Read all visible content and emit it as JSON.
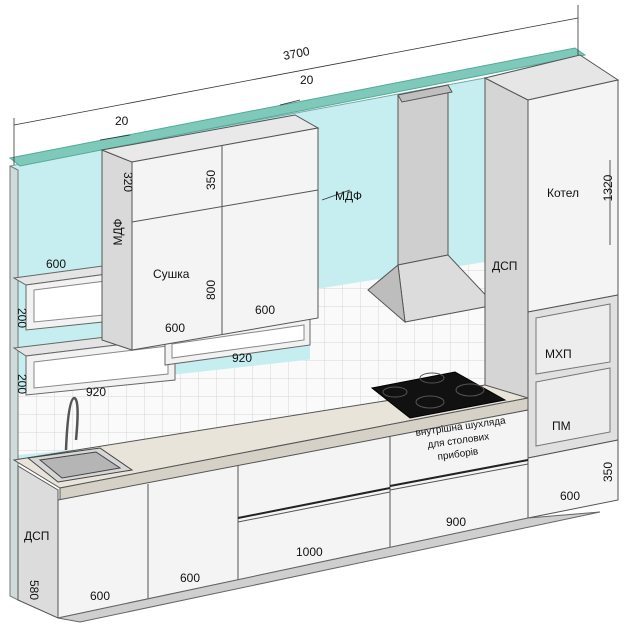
{
  "dimensions": {
    "total_width": "3700",
    "gap_left": "20",
    "gap_right": "20",
    "upper_depth": "320",
    "upper_door_top": "350",
    "upper_door_main": "800",
    "upper_width_left": "600",
    "upper_width_right": "600",
    "shelf_top_width": "600",
    "shelf_top_height": "200",
    "shelf_bottom_height": "200",
    "shelf_bottom_width": "920",
    "under_shelf_width": "920",
    "column_height": "1320",
    "column_base_height": "350",
    "column_base_width": "600",
    "base_depth": "580",
    "base_w1": "600",
    "base_w2": "600",
    "base_w3": "1000",
    "base_w4": "900"
  },
  "labels": {
    "mdf_upper": "МДФ",
    "mdf_side": "МДФ",
    "dryer": "Сушка",
    "dsp_column": "ДСП",
    "boiler": "Котел",
    "microwave": "МХП",
    "dishwasher": "ПМ",
    "dsp_base": "ДСП",
    "drawer_note_1": "внутрішна шухляда",
    "drawer_note_2": "для столових",
    "drawer_note_3": "приборів"
  },
  "colors": {
    "wall": "#c6eef0",
    "wall_top": "#7ec9b9",
    "cabinet": "#f4f4f4",
    "cabinet_side": "#d9d9d9",
    "counter": "#e9e4da",
    "hood": "#cfcfcf",
    "hob": "#111111"
  }
}
